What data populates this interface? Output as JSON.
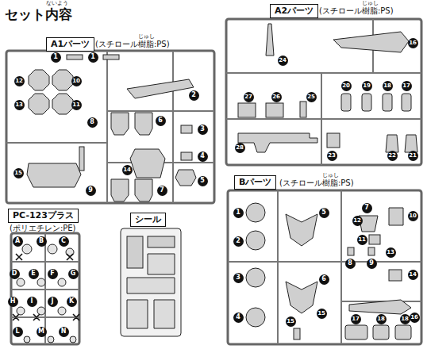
{
  "diagram": {
    "title": "セット内容",
    "nodes": [
      {
        "text": [
          "A1パーツ"
        ]
      },
      {
        "text": [
          "A2パーツ"
        ]
      },
      {
        "text": [
          "Bパーツ"
        ]
      },
      {
        "text": [
          "PC-123プラス"
        ]
      },
      {
        "text": [
          "シール"
        ]
      }
    ],
    "labels": [
      "ないよう",
      "(スチロール樹脂:PS)",
      "じゅし",
      "(スチロール樹脂:PS)",
      "じゅし",
      "(スチロール樹脂:PS)",
      "じゅし",
      "(ポリエチレン:PE)",
      "1",
      "1",
      "2",
      "3",
      "4",
      "5",
      "6",
      "7",
      "8",
      "9",
      "10",
      "11",
      "12",
      "13",
      "14",
      "15",
      "16",
      "17",
      "18",
      "19",
      "20",
      "21",
      "22",
      "23",
      "24",
      "25",
      "26",
      "27",
      "28",
      "1",
      "2",
      "3",
      "4",
      "5",
      "6",
      "7",
      "8",
      "9",
      "10",
      "11",
      "12",
      "13",
      "14",
      "15",
      "15",
      "16",
      "17",
      "18",
      "18",
      "A",
      "B",
      "C",
      "D",
      "E",
      "F",
      "G",
      "H",
      "I",
      "J",
      "K",
      "L",
      "M",
      "N"
    ]
  }
}
